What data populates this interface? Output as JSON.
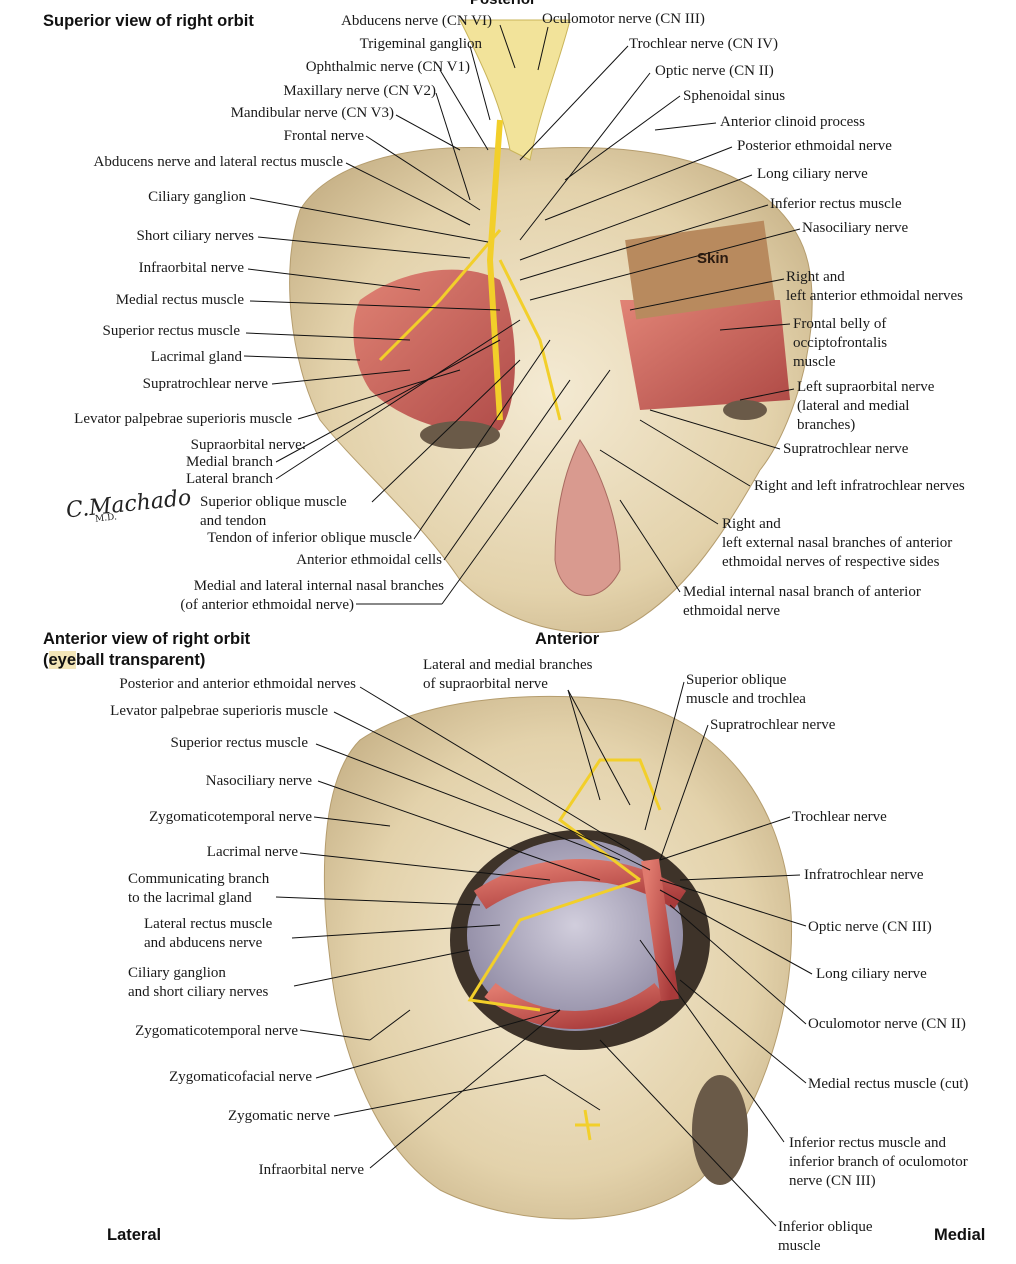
{
  "top_view": {
    "title": "Superior view of right orbit",
    "partial_top_label": "Posterior",
    "skin_label": "Skin",
    "labels": [
      "Abducens nerve (CN VI)",
      "Oculomotor nerve (CN III)",
      "Trigeminal ganglion",
      "Trochlear nerve (CN IV)",
      "Ophthalmic nerve (CN V1)",
      "Optic nerve (CN II)",
      "Maxillary nerve (CN V2)",
      "Sphenoidal sinus",
      "Mandibular nerve (CN V3)",
      "Anterior clinoid process",
      "Frontal nerve",
      "Posterior ethmoidal nerve",
      "Abducens nerve and lateral rectus muscle",
      "Long ciliary nerve",
      "Ciliary ganglion",
      "Inferior rectus muscle",
      "Nasociliary nerve",
      "Short ciliary nerves",
      "Right and",
      "left anterior ethmoidal nerves",
      "Infraorbital nerve",
      "Medial rectus muscle",
      "Frontal belly of",
      "occiptofrontalis",
      "muscle",
      "Superior rectus muscle",
      "Lacrimal gland",
      "Supratrochlear nerve",
      "Left supraorbital nerve",
      "(lateral and medial",
      "branches)",
      "Levator palpebrae superioris muscle",
      "Supraorbital nerve:",
      "Medial branch",
      "Lateral branch",
      "Supratrochlear nerve",
      "Right and left infratrochlear nerves",
      "Superior oblique muscle",
      "and tendon",
      "Tendon of inferior oblique muscle",
      "Right and",
      "left external nasal branches of anterior",
      "ethmoidal nerves of respective sides",
      "Anterior ethmoidal cells",
      "Medial and lateral internal nasal branches",
      "(of anterior ethmoidal nerve)",
      "Medial internal nasal branch of anterior",
      "ethmoidal nerve"
    ]
  },
  "bottom_view": {
    "title_line1": "Anterior view of right orbit",
    "title_line2_highlight": "eye",
    "title_line2_rest": "ball transparent)",
    "title_line2_open": "(",
    "anterior_label": "Anterior",
    "lateral_label": "Lateral",
    "medial_label": "Medial",
    "labels": [
      "Lateral and medial branches",
      "of supraorbital nerve",
      "Superior oblique",
      "muscle and trochlea",
      "Posterior and anterior ethmoidal nerves",
      "Levator palpebrae superioris muscle",
      "Supratrochlear nerve",
      "Superior rectus muscle",
      "Nasociliary nerve",
      "Zygomaticotemporal nerve",
      "Trochlear nerve",
      "Lacrimal nerve",
      "Communicating branch",
      "to the lacrimal gland",
      "Infratrochlear nerve",
      "Lateral rectus muscle",
      "and abducens nerve",
      "Optic nerve (CN III)",
      "Ciliary ganglion",
      "and short ciliary nerves",
      "Long ciliary nerve",
      "Zygomaticotemporal nerve",
      "Oculomotor nerve (CN II)",
      "Zygomaticofacial nerve",
      "Medial rectus muscle (cut)",
      "Zygomatic nerve",
      "Inferior rectus muscle and",
      "inferior branch of oculomotor",
      "nerve (CN III)",
      "Infraorbital nerve",
      "Inferior oblique",
      "muscle"
    ]
  },
  "signature": "C.Machado",
  "signature_suffix": "M.D.",
  "colors": {
    "nerve": "#f2cf2a",
    "muscle": "#c84b4b",
    "bone": "#e9dcc0",
    "leader": "#111111"
  }
}
